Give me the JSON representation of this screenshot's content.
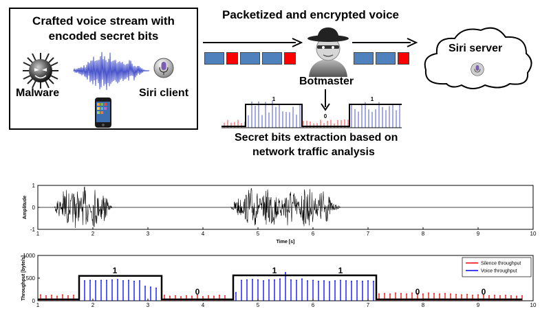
{
  "top_box": {
    "title_line1": "Crafted voice stream with",
    "title_line2": "encoded secret bits",
    "malware_label": "Malware",
    "siri_client_label": "Siri client"
  },
  "arrow_label": "Packetized and encrypted voice",
  "botmaster_label": "Botmaster",
  "siri_server_label": "Siri server",
  "extraction_line1": "Secret bits extraction based on",
  "extraction_line2": "network traffic analysis",
  "packets_left": [
    "blue",
    "red",
    "blue",
    "blue",
    "red"
  ],
  "packets_right": [
    "blue",
    "blue",
    "red"
  ],
  "mini_bits": [
    "1",
    "0",
    "1"
  ],
  "colors": {
    "packet_blue": "#4f81bd",
    "packet_red": "#ff0000",
    "voice": "#0000ff",
    "silence": "#ff0000",
    "wave": "#4a55cc"
  },
  "icons": [
    "malware-virus-icon",
    "voice-waveform-icon",
    "microphone-icon",
    "smartphone-icon",
    "spy-botmaster-icon",
    "cloud-icon"
  ],
  "chart_data": [
    {
      "type": "line",
      "title": "",
      "xlabel": "Time [s]",
      "ylabel": "Amplitude",
      "xlim": [
        1,
        10
      ],
      "ylim": [
        -1,
        1
      ],
      "xticks": [
        "1",
        "2",
        "3",
        "4",
        "5",
        "6",
        "7",
        "8",
        "9",
        "10"
      ],
      "yticks": [
        "1",
        "0",
        "-1"
      ],
      "voiced_segments": [
        [
          1.3,
          2.35
        ],
        [
          4.5,
          6.5
        ]
      ]
    },
    {
      "type": "bar",
      "title": "",
      "xlabel": "Time [s]",
      "ylabel": "Throughput [byte/s]",
      "xlim": [
        1,
        10
      ],
      "ylim": [
        0,
        1000
      ],
      "xticks": [
        "1",
        "2",
        "3",
        "4",
        "5",
        "6",
        "7",
        "8",
        "9",
        "10"
      ],
      "yticks": [
        "1000",
        "500",
        "0"
      ],
      "legend": {
        "placement": "top-right",
        "entries": [
          "Silence throughput",
          "Voice throughput"
        ]
      },
      "bits": [
        {
          "label": "1",
          "x": 2.4
        },
        {
          "label": "0",
          "x": 3.9
        },
        {
          "label": "1",
          "x": 5.3
        },
        {
          "label": "1",
          "x": 6.5
        },
        {
          "label": "0",
          "x": 7.9
        },
        {
          "label": "0",
          "x": 9.1
        }
      ],
      "bit_envelope": [
        [
          1.0,
          30
        ],
        [
          1.75,
          30
        ],
        [
          1.75,
          550
        ],
        [
          3.25,
          550
        ],
        [
          3.25,
          30
        ],
        [
          4.55,
          30
        ],
        [
          4.55,
          560
        ],
        [
          7.15,
          560
        ],
        [
          7.15,
          30
        ],
        [
          9.8,
          30
        ]
      ],
      "silence_bars": [
        {
          "x": 1.05,
          "y": 130
        },
        {
          "x": 1.15,
          "y": 110
        },
        {
          "x": 1.25,
          "y": 120
        },
        {
          "x": 1.35,
          "y": 100
        },
        {
          "x": 1.45,
          "y": 130
        },
        {
          "x": 1.55,
          "y": 110
        },
        {
          "x": 1.65,
          "y": 120
        },
        {
          "x": 3.3,
          "y": 120
        },
        {
          "x": 3.4,
          "y": 100
        },
        {
          "x": 3.5,
          "y": 110
        },
        {
          "x": 3.6,
          "y": 90
        },
        {
          "x": 3.7,
          "y": 110
        },
        {
          "x": 3.8,
          "y": 100
        },
        {
          "x": 3.9,
          "y": 120
        },
        {
          "x": 4.0,
          "y": 90
        },
        {
          "x": 4.1,
          "y": 110
        },
        {
          "x": 4.2,
          "y": 100
        },
        {
          "x": 4.3,
          "y": 120
        },
        {
          "x": 4.4,
          "y": 110
        },
        {
          "x": 7.2,
          "y": 150
        },
        {
          "x": 7.3,
          "y": 160
        },
        {
          "x": 7.4,
          "y": 150
        },
        {
          "x": 7.5,
          "y": 170
        },
        {
          "x": 7.6,
          "y": 160
        },
        {
          "x": 7.7,
          "y": 150
        },
        {
          "x": 7.8,
          "y": 170
        },
        {
          "x": 7.9,
          "y": 160
        },
        {
          "x": 8.0,
          "y": 150
        },
        {
          "x": 8.1,
          "y": 170
        },
        {
          "x": 8.2,
          "y": 160
        },
        {
          "x": 8.3,
          "y": 150
        },
        {
          "x": 8.4,
          "y": 160
        },
        {
          "x": 8.5,
          "y": 150
        },
        {
          "x": 8.6,
          "y": 140
        },
        {
          "x": 8.7,
          "y": 130
        },
        {
          "x": 8.8,
          "y": 140
        },
        {
          "x": 8.9,
          "y": 120
        },
        {
          "x": 9.0,
          "y": 130
        },
        {
          "x": 9.1,
          "y": 120
        },
        {
          "x": 9.2,
          "y": 110
        },
        {
          "x": 9.3,
          "y": 120
        },
        {
          "x": 9.4,
          "y": 110
        },
        {
          "x": 9.5,
          "y": 120
        },
        {
          "x": 9.6,
          "y": 110
        },
        {
          "x": 9.7,
          "y": 100
        },
        {
          "x": 9.8,
          "y": 110
        }
      ],
      "voice_bars": [
        {
          "x": 1.75,
          "y": 420
        },
        {
          "x": 1.85,
          "y": 440
        },
        {
          "x": 1.95,
          "y": 450
        },
        {
          "x": 2.05,
          "y": 440
        },
        {
          "x": 2.15,
          "y": 450
        },
        {
          "x": 2.25,
          "y": 450
        },
        {
          "x": 2.35,
          "y": 460
        },
        {
          "x": 2.45,
          "y": 470
        },
        {
          "x": 2.55,
          "y": 440
        },
        {
          "x": 2.65,
          "y": 450
        },
        {
          "x": 2.75,
          "y": 430
        },
        {
          "x": 2.85,
          "y": 440
        },
        {
          "x": 2.95,
          "y": 320
        },
        {
          "x": 3.05,
          "y": 300
        },
        {
          "x": 3.15,
          "y": 280
        },
        {
          "x": 4.6,
          "y": 180
        },
        {
          "x": 4.7,
          "y": 450
        },
        {
          "x": 4.8,
          "y": 460
        },
        {
          "x": 4.9,
          "y": 470
        },
        {
          "x": 5.0,
          "y": 460
        },
        {
          "x": 5.1,
          "y": 440
        },
        {
          "x": 5.2,
          "y": 460
        },
        {
          "x": 5.3,
          "y": 460
        },
        {
          "x": 5.4,
          "y": 480
        },
        {
          "x": 5.5,
          "y": 620
        },
        {
          "x": 5.6,
          "y": 460
        },
        {
          "x": 5.7,
          "y": 450
        },
        {
          "x": 5.8,
          "y": 480
        },
        {
          "x": 5.9,
          "y": 440
        },
        {
          "x": 6.0,
          "y": 450
        },
        {
          "x": 6.1,
          "y": 430
        },
        {
          "x": 6.2,
          "y": 440
        },
        {
          "x": 6.3,
          "y": 420
        },
        {
          "x": 6.4,
          "y": 440
        },
        {
          "x": 6.5,
          "y": 450
        },
        {
          "x": 6.6,
          "y": 440
        },
        {
          "x": 6.7,
          "y": 430
        },
        {
          "x": 6.8,
          "y": 440
        },
        {
          "x": 6.9,
          "y": 430
        },
        {
          "x": 7.0,
          "y": 440
        },
        {
          "x": 7.1,
          "y": 430
        }
      ]
    }
  ]
}
